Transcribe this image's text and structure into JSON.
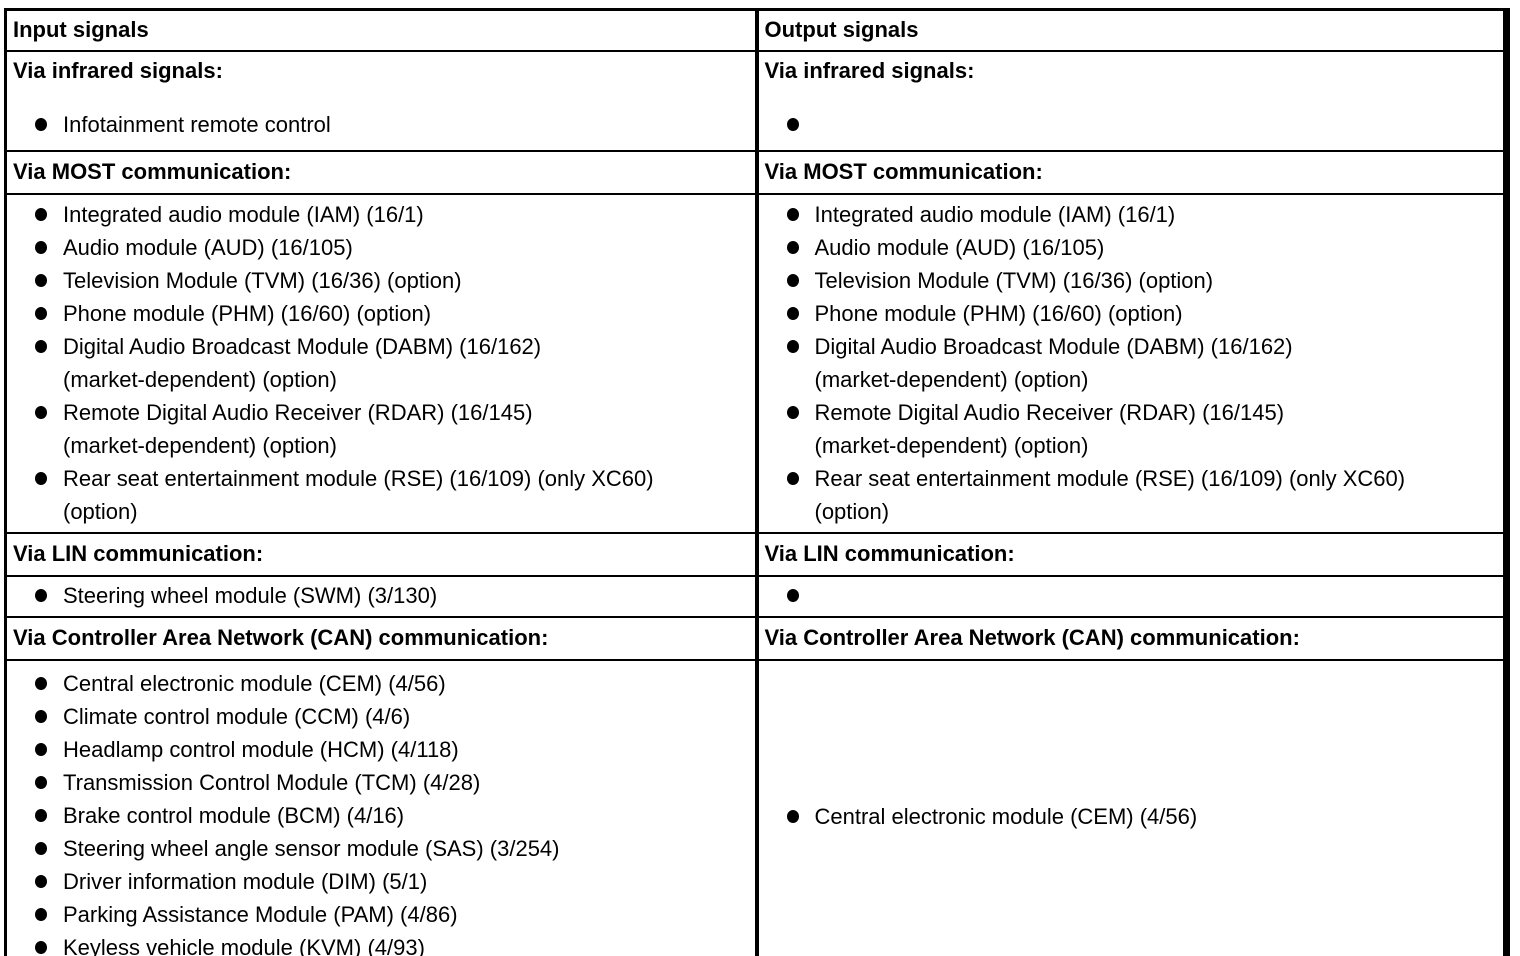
{
  "page": {
    "background": "#ffffff",
    "text_color": "#000000",
    "border_color": "#000000"
  },
  "header": {
    "input": "Input signals",
    "output": "Output signals"
  },
  "sections": {
    "infrared": {
      "heading": "Via infrared signals:",
      "input_items": [
        "Infotainment remote control"
      ],
      "output_items": [
        ""
      ]
    },
    "most": {
      "heading": "Via MOST communication:",
      "input_items": [
        "Integrated audio module (IAM) (16/1)",
        "Audio module (AUD) (16/105)",
        "Television Module (TVM) (16/36) (option)",
        "Phone module (PHM) (16/60) (option)",
        [
          "Digital Audio Broadcast Module (DABM) (16/162)",
          "(market-dependent) (option)"
        ],
        [
          "Remote Digital Audio Receiver (RDAR) (16/145)",
          "(market-dependent) (option)"
        ],
        [
          "Rear seat entertainment module (RSE) (16/109) (only XC60)",
          "(option)"
        ]
      ],
      "output_items": [
        "Integrated audio module (IAM) (16/1)",
        "Audio module (AUD) (16/105)",
        "Television Module (TVM) (16/36) (option)",
        "Phone module (PHM) (16/60) (option)",
        [
          "Digital Audio Broadcast Module (DABM) (16/162)",
          "(market-dependent) (option)"
        ],
        [
          "Remote Digital Audio Receiver (RDAR) (16/145)",
          "(market-dependent) (option)"
        ],
        [
          "Rear seat entertainment module (RSE) (16/109) (only XC60)",
          "(option)"
        ]
      ]
    },
    "lin": {
      "heading": "Via LIN communication:",
      "input_items": [
        "Steering wheel module (SWM) (3/130)"
      ],
      "output_items": [
        ""
      ]
    },
    "can": {
      "heading": "Via Controller Area Network (CAN) communication:",
      "input_items": [
        "Central electronic module (CEM) (4/56)",
        "Climate control module (CCM) (4/6)",
        "Headlamp control module (HCM) (4/118)",
        "Transmission Control Module (TCM) (4/28)",
        "Brake control module (BCM) (4/16)",
        "Steering wheel angle sensor module (SAS) (3/254)",
        "Driver information module (DIM) (5/1)",
        "Parking Assistance Module (PAM) (4/86)",
        "Keyless vehicle module (KVM) (4/93)"
      ],
      "output_items": [
        "Central electronic module (CEM) (4/56)"
      ]
    }
  }
}
